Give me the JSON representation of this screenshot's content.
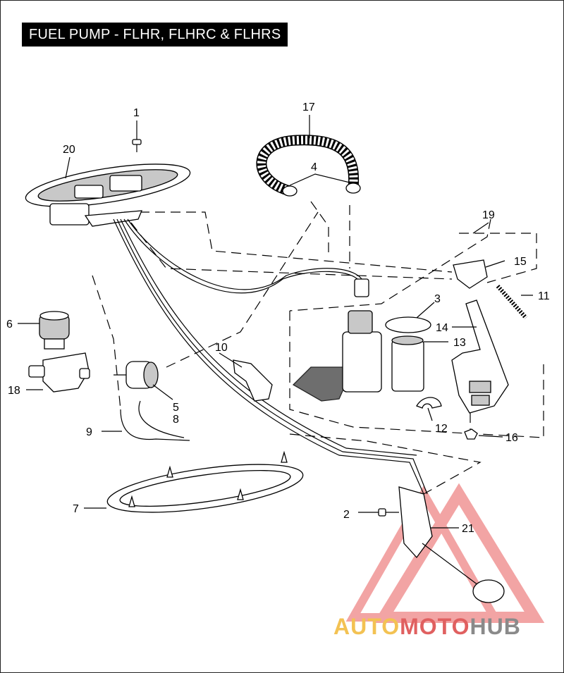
{
  "title": "FUEL PUMP - FLHR, FLHRC & FLHRS",
  "callouts": [
    {
      "id": "c1",
      "text": "1"
    },
    {
      "id": "c2",
      "text": "2"
    },
    {
      "id": "c3",
      "text": "3"
    },
    {
      "id": "c4",
      "text": "4"
    },
    {
      "id": "c5",
      "text": "5"
    },
    {
      "id": "c6",
      "text": "6"
    },
    {
      "id": "c7",
      "text": "7"
    },
    {
      "id": "c8",
      "text": "8"
    },
    {
      "id": "c9",
      "text": "9"
    },
    {
      "id": "c10",
      "text": "10"
    },
    {
      "id": "c11",
      "text": "11"
    },
    {
      "id": "c12",
      "text": "12"
    },
    {
      "id": "c13",
      "text": "13"
    },
    {
      "id": "c14",
      "text": "14"
    },
    {
      "id": "c15",
      "text": "15"
    },
    {
      "id": "c16",
      "text": "16"
    },
    {
      "id": "c17",
      "text": "17"
    },
    {
      "id": "c18",
      "text": "18"
    },
    {
      "id": "c19",
      "text": "19"
    },
    {
      "id": "c20",
      "text": "20"
    },
    {
      "id": "c21",
      "text": "21"
    }
  ],
  "watermark": {
    "part1": "AUTO",
    "part2": "MOTO",
    "part3": "HUB",
    "colors": {
      "auto": "#f3c253",
      "moto": "#e06060",
      "hub": "#8a8a8a",
      "logo": "#e85a5a"
    }
  }
}
